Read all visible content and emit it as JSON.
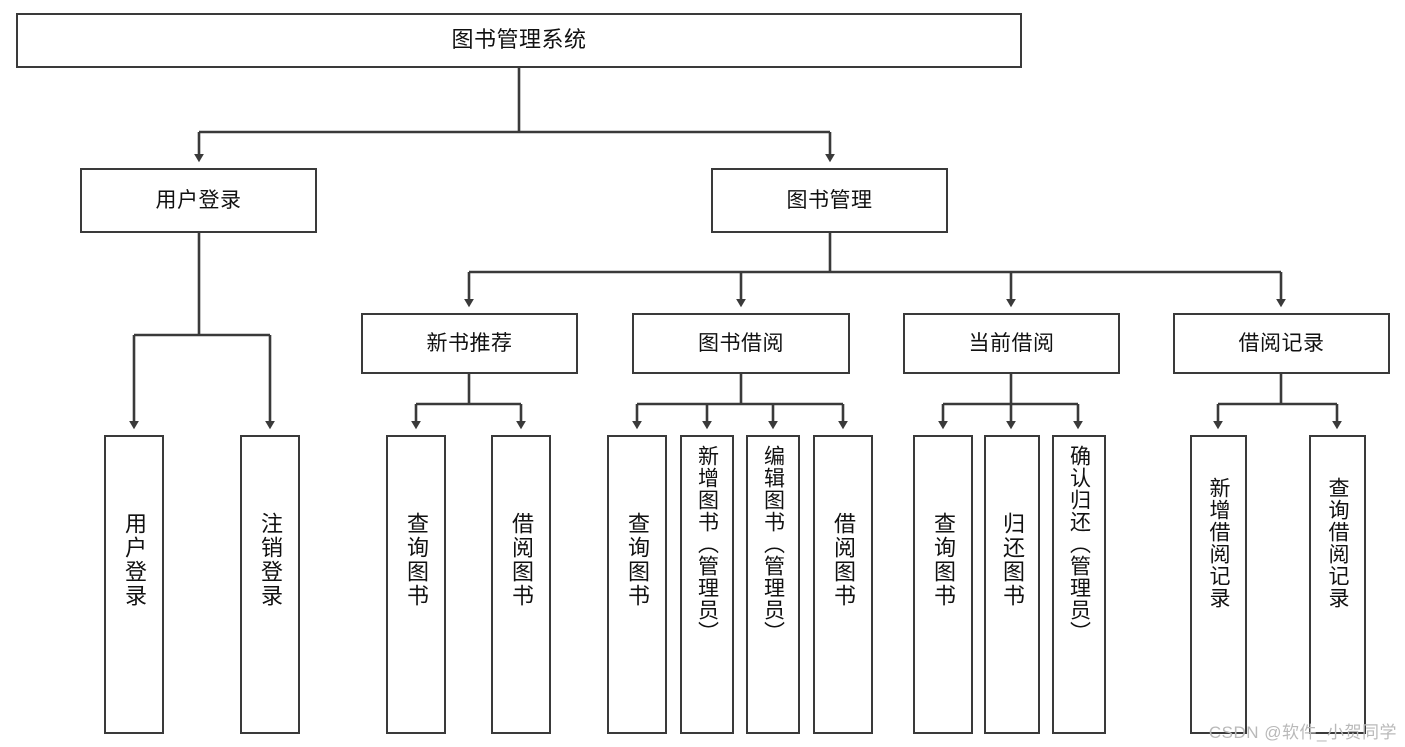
{
  "diagram": {
    "title": "图书管理系统",
    "type": "tree",
    "watermark": "CSDN @软件_小贺同学",
    "colors": {
      "box_border": "#3a3a3a",
      "box_fill": "#ffffff",
      "connector": "#3a3a3a",
      "text": "#111111",
      "watermark": "#b9b9b9"
    },
    "root": {
      "label": "图书管理系统"
    },
    "level2": [
      {
        "label": "用户登录"
      },
      {
        "label": "图书管理"
      }
    ],
    "level3": [
      {
        "label": "新书推荐"
      },
      {
        "label": "图书借阅"
      },
      {
        "label": "当前借阅"
      },
      {
        "label": "借阅记录"
      }
    ],
    "leaves": {
      "user_login": [
        {
          "label": "用户登录"
        },
        {
          "label": "注销登录"
        }
      ],
      "new_book_recommend": [
        {
          "label": "查询图书"
        },
        {
          "label": "借阅图书"
        }
      ],
      "book_borrow": [
        {
          "label": "查询图书"
        },
        {
          "label": "新增图书（管理员）"
        },
        {
          "label": "编辑图书（管理员）"
        },
        {
          "label": "借阅图书"
        }
      ],
      "current_borrow": [
        {
          "label": "查询图书"
        },
        {
          "label": "归还图书"
        },
        {
          "label": "确认归还（管理员）"
        }
      ],
      "borrow_record": [
        {
          "label": "新增借阅记录"
        },
        {
          "label": "查询借阅记录"
        }
      ]
    }
  }
}
